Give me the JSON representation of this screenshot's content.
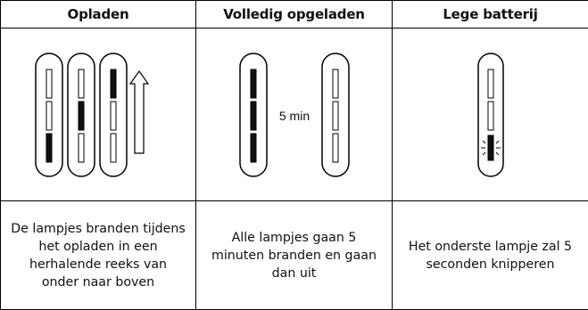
{
  "header": {
    "col1": "Opladen",
    "col2": "Volledig opgeladen",
    "col3": "Lege batterij"
  },
  "figures": {
    "duration_label": "5 min"
  },
  "descriptions": {
    "col1": "De lampjes branden tijdens het opladen in een herhalende reeks van onder naar boven",
    "col2": "Alle lampjes gaan 5 minuten branden en gaan dan uit",
    "col3": "Het onderste lampje zal 5 seconden knipperen"
  },
  "colors": {
    "border": "#000000",
    "lit": "#111111",
    "background": "#ffffff"
  }
}
